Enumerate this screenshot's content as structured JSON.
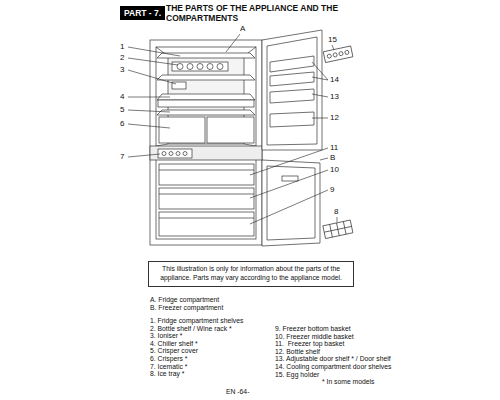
{
  "diagram": {
    "title": "THE PARTS OF THE APPLIANCE AND THE COMPARTMENTS",
    "nodes": [
      {
        "text": [
          "PART - 7."
        ]
      },
      {
        "text": [
          "This illustration is only for information about the parts of the appliance. Parts may vary according to the appliance model."
        ]
      }
    ],
    "labels": [
      "1",
      "2",
      "3",
      "4",
      "5",
      "6",
      "7",
      "A",
      "15",
      "14",
      "13",
      "12",
      "11",
      "B",
      "10",
      "9",
      "8",
      "A. Fridge compartment",
      "B. Freezer compartment",
      "1. Fridge compartment shelves",
      "2. Bottle shelf / Wine rack *",
      "3. Ioniser *",
      "4. Chiller shelf *",
      "5. Crisper cover",
      "6. Crispers *",
      "7. Icematic *",
      "8. Ice tray *",
      "9. Freezer bottom basket",
      "10. Freezer middle basket",
      "11.  Freezer top basket",
      "12. Bottle shelf",
      "13. Adjustable door shelf * / Door shelf",
      "14. Cooling compartment door shelves",
      "15. Egg holder",
      "* In some models",
      "EN -64-"
    ]
  }
}
